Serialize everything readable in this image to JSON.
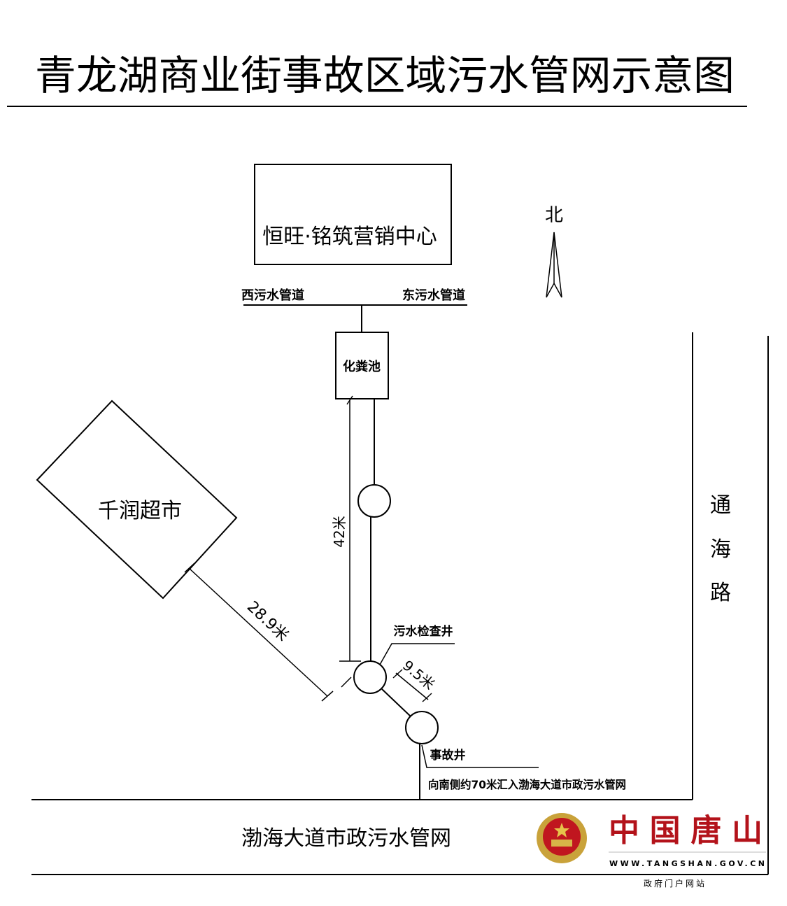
{
  "title": "青龙湖商业街事故区域污水管网示意图",
  "buildings": {
    "sales_center": "恒旺·铭筑营销中心",
    "septic_tank": "化粪池",
    "supermarket": "千润超市"
  },
  "compass": {
    "north": "北"
  },
  "pipes": {
    "west": "西污水管道",
    "east": "东污水管道",
    "municipal": "渤海大道市政污水管网"
  },
  "dimensions": {
    "vertical": "42米",
    "diagonal": "28.9米",
    "short": "9.5米"
  },
  "wells": {
    "inspection": "污水检查井",
    "accident": "事故井",
    "note": "向南侧约70米汇入渤海大道市政污水管网"
  },
  "road": {
    "chars": [
      "通",
      "海",
      "路"
    ]
  },
  "logo": {
    "name": "中国唐山",
    "url": "WWW.TANGSHAN.GOV.CN",
    "subtitle": "政府门户网站",
    "color": "#b3121a"
  }
}
